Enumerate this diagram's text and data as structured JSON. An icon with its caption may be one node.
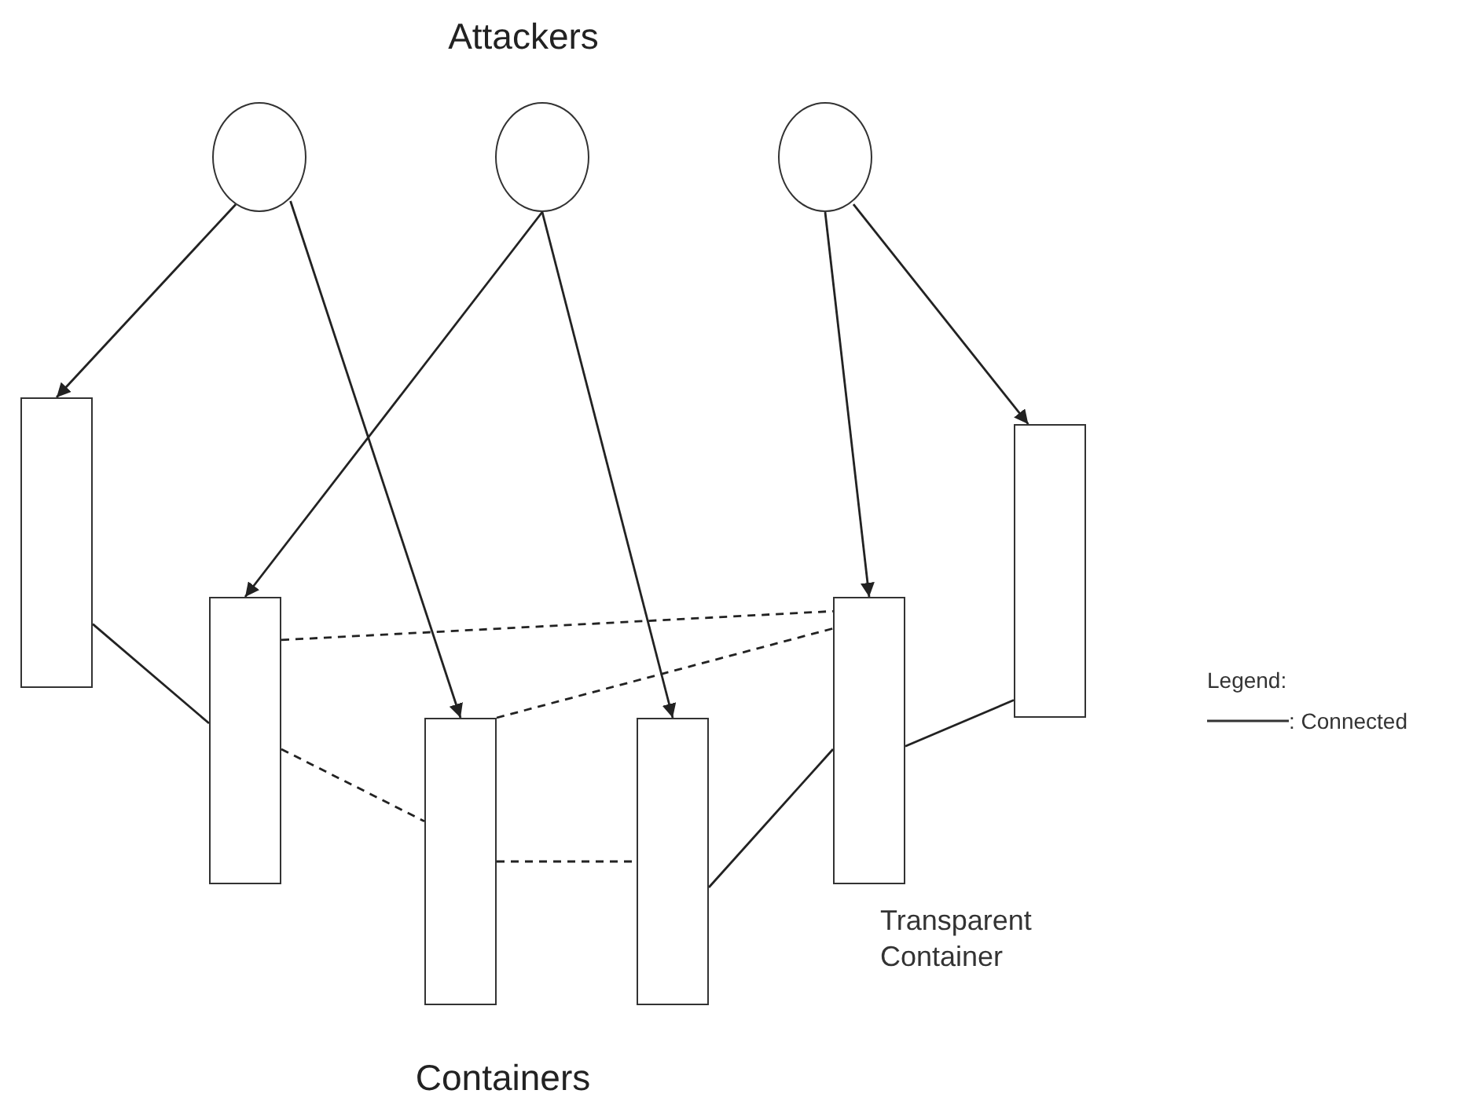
{
  "diagram": {
    "nodes": [
      {
        "text": [],
        "shape": "circle"
      },
      {
        "text": [],
        "shape": "circle"
      },
      {
        "text": [],
        "shape": "circle"
      },
      {
        "text": [],
        "shape": "box"
      },
      {
        "text": [],
        "shape": "box"
      },
      {
        "text": [],
        "shape": "box"
      },
      {
        "text": [],
        "shape": "box"
      },
      {
        "text": [],
        "shape": "box",
        "beside": [
          "Transparent Container"
        ]
      },
      {
        "text": [],
        "shape": "box"
      }
    ],
    "edges": [
      {
        "from": 0,
        "to": 3,
        "arrow": "to"
      },
      {
        "from": 0,
        "to": 5,
        "arrow": "to"
      },
      {
        "from": 1,
        "to": 4,
        "arrow": "to"
      },
      {
        "from": 1,
        "to": 6,
        "arrow": "to"
      },
      {
        "from": 2,
        "to": 7,
        "arrow": "to"
      },
      {
        "from": 2,
        "to": 8,
        "arrow": "to"
      },
      {
        "from": 3,
        "to": 4,
        "arrow": "none"
      },
      {
        "from": 4,
        "to": 7,
        "arrow": "none",
        "style": "dashed"
      },
      {
        "from": 4,
        "to": 5,
        "arrow": "none",
        "style": "dashed"
      },
      {
        "from": 5,
        "to": 7,
        "arrow": "none",
        "style": "dashed"
      },
      {
        "from": 5,
        "to": 6,
        "arrow": "none",
        "style": "dashed"
      },
      {
        "from": 6,
        "to": 7,
        "arrow": "none"
      },
      {
        "from": 7,
        "to": 8,
        "arrow": "none"
      }
    ],
    "labels": [
      "Attackers",
      "Containers",
      "Legend:"
    ],
    "legend": [
      {
        "text": ": Connected"
      }
    ]
  }
}
